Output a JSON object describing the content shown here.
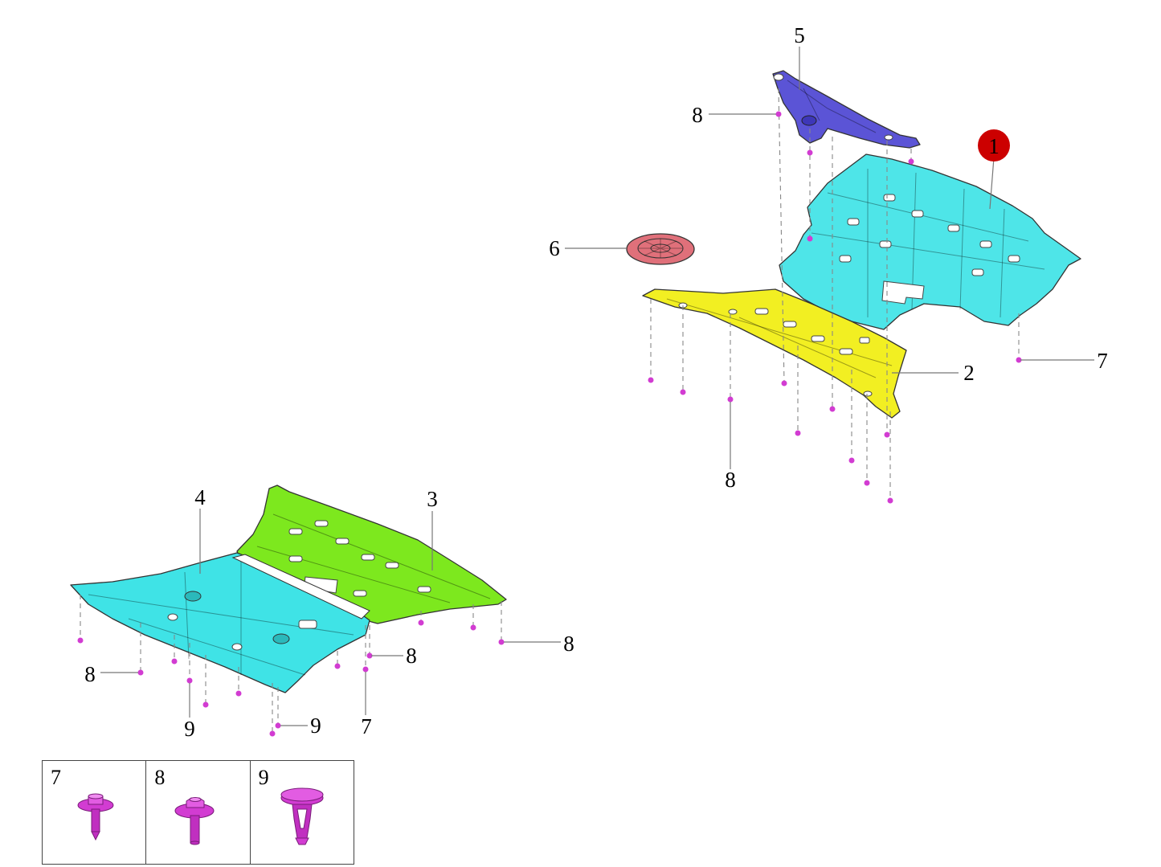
{
  "callouts": {
    "c1": "1",
    "c2": "2",
    "c3": "3",
    "c4": "4",
    "c5": "5",
    "c6": "6",
    "c7_top": "7",
    "c8_top_left": "8",
    "c8_top_bottom": "8",
    "c8_lower_left": "8",
    "c8_lower_mid": "8",
    "c8_lower_right": "8",
    "c9_left": "9",
    "c9_right": "9",
    "c7_lower": "7"
  },
  "legend": [
    {
      "number": "7",
      "icon": "flange-bolt-icon"
    },
    {
      "number": "8",
      "icon": "hex-flange-screw-icon"
    },
    {
      "number": "9",
      "icon": "push-clip-icon"
    }
  ],
  "colors": {
    "part1_cyan": "#3fe3e6",
    "part2_yellow": "#f2ef22",
    "part3_green": "#7de81e",
    "part4_cyan": "#3fe3e6",
    "part5_blue": "#5b54d6",
    "part6_red": "#e0707a",
    "fastener_magenta": "#d23cd2",
    "highlight_badge": "#cc0000"
  }
}
